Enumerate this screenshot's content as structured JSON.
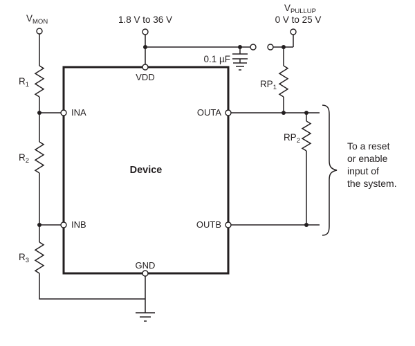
{
  "schematic": {
    "device": {
      "label": "Device"
    },
    "pins": {
      "vdd": "VDD",
      "gnd": "GND",
      "ina": "INA",
      "inb": "INB",
      "outa": "OUTA",
      "outb": "OUTB"
    },
    "sources": {
      "vmon": {
        "symbol": "V",
        "sub": "MON"
      },
      "supply": {
        "range": "1.8 V to 36 V"
      },
      "vpullup": {
        "symbol": "V",
        "sub": "PULLUP",
        "range": "0 V to 25 V"
      }
    },
    "components": {
      "r1": {
        "symbol": "R",
        "sub": "1"
      },
      "r2": {
        "symbol": "R",
        "sub": "2"
      },
      "r3": {
        "symbol": "R",
        "sub": "3"
      },
      "rp1": {
        "symbol": "RP",
        "sub": "1"
      },
      "rp2": {
        "symbol": "RP",
        "sub": "2"
      },
      "c1": {
        "value": "0.1 µF"
      }
    },
    "note": {
      "line1": "To a reset",
      "line2": "or enable",
      "line3": "input of",
      "line4": "the system."
    },
    "colors": {
      "ink": "#231f20",
      "background": "#ffffff"
    }
  }
}
